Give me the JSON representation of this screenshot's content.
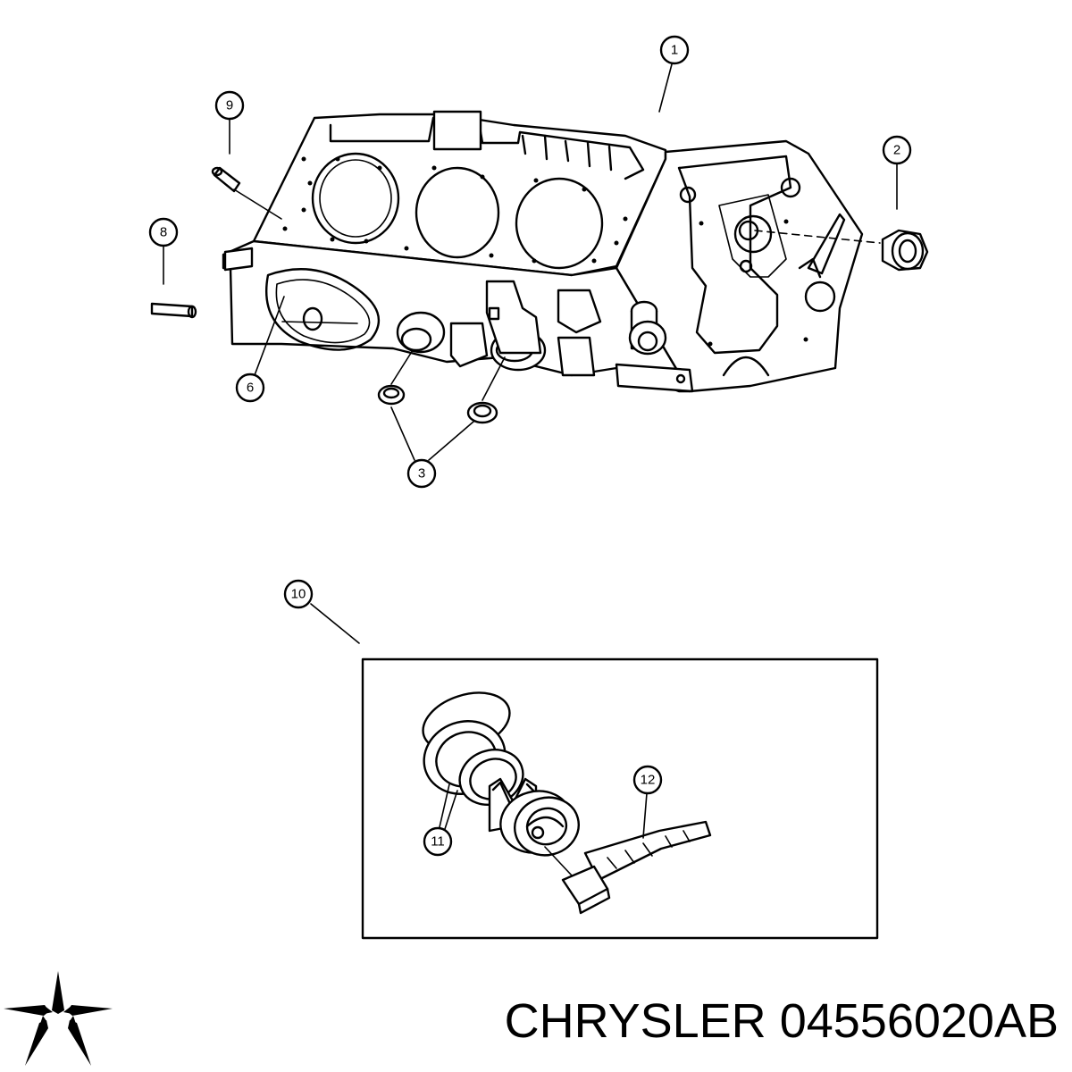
{
  "caption": {
    "brand": "CHRYSLER",
    "part_number": "04556020AB"
  },
  "logo": {
    "icon": "pentastar-icon",
    "color": "#000000"
  },
  "callouts": [
    {
      "id": "c1",
      "label": "1"
    },
    {
      "id": "c2",
      "label": "2"
    },
    {
      "id": "c3",
      "label": "3"
    },
    {
      "id": "c6",
      "label": "6"
    },
    {
      "id": "c8",
      "label": "8"
    },
    {
      "id": "c9",
      "label": "9"
    },
    {
      "id": "c10",
      "label": "10"
    },
    {
      "id": "c11",
      "label": "11"
    },
    {
      "id": "c12",
      "label": "12"
    }
  ]
}
